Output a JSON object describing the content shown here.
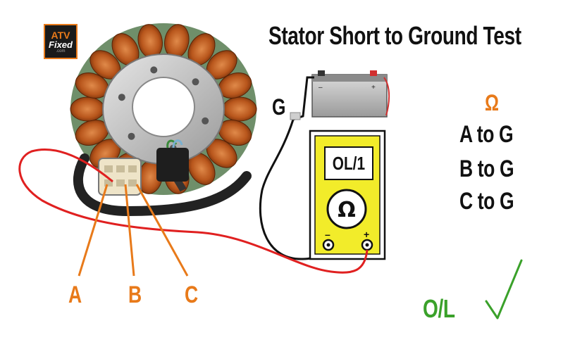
{
  "title": "Stator Short to Ground Test",
  "logo": {
    "line1": "ATV",
    "line2": "Fixed",
    "line3": ".com"
  },
  "ground_label": "G",
  "battery": {
    "negative": "–",
    "positive": "+"
  },
  "meter": {
    "display": "OL/1",
    "dial_symbol": "Ω",
    "probe_negative": "–",
    "probe_positive": "+"
  },
  "tests": {
    "unit_symbol": "Ω",
    "lines": [
      "A to G",
      "B to G",
      "C to G"
    ]
  },
  "wires": [
    "A",
    "B",
    "C"
  ],
  "result": {
    "label": "O/L",
    "check_icon": "checkmark-icon"
  },
  "colors": {
    "accent_orange": "#e87a1a",
    "test_wire_red": "#e02020",
    "meter_yellow": "#f2ec2a",
    "result_green": "#3aa12a",
    "stator_copper": "#b8561c"
  }
}
